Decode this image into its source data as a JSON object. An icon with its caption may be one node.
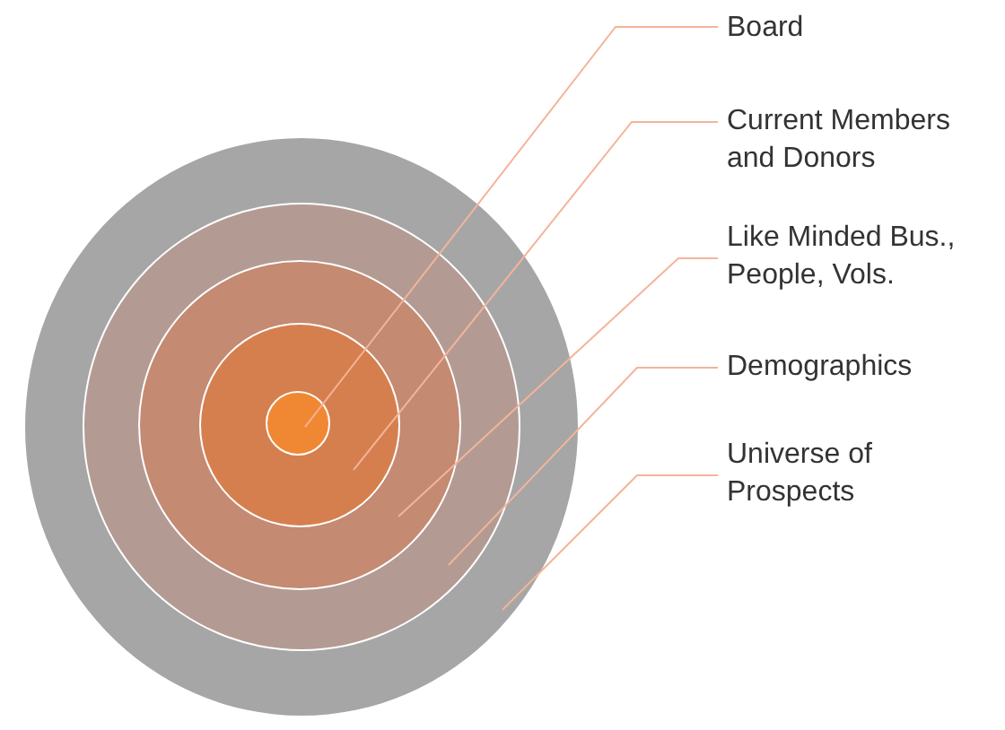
{
  "diagram": {
    "nodes": [
      {
        "text": [
          "Board"
        ]
      },
      {
        "text": [
          "Current Members and Donors"
        ]
      },
      {
        "text": [
          "Like Minded Bus., People, Vols."
        ]
      },
      {
        "text": [
          "Demographics"
        ]
      },
      {
        "text": [
          "Universe of Prospects"
        ]
      },
      {
        "text": [],
        "shape": "circle"
      },
      {
        "text": [],
        "shape": "circle",
        "in": 5
      },
      {
        "text": [],
        "shape": "circle",
        "in": 6
      },
      {
        "text": [],
        "shape": "circle",
        "in": 7
      },
      {
        "text": [],
        "shape": "circle",
        "in": 8
      }
    ],
    "edges": [
      {
        "from": 0,
        "to": 9,
        "arrow": "none"
      },
      {
        "from": 1,
        "to": 8,
        "arrow": "none"
      },
      {
        "from": 2,
        "to": 7,
        "arrow": "none"
      },
      {
        "from": 3,
        "to": 6,
        "arrow": "none"
      },
      {
        "from": 4,
        "to": 5,
        "arrow": "none"
      }
    ]
  }
}
